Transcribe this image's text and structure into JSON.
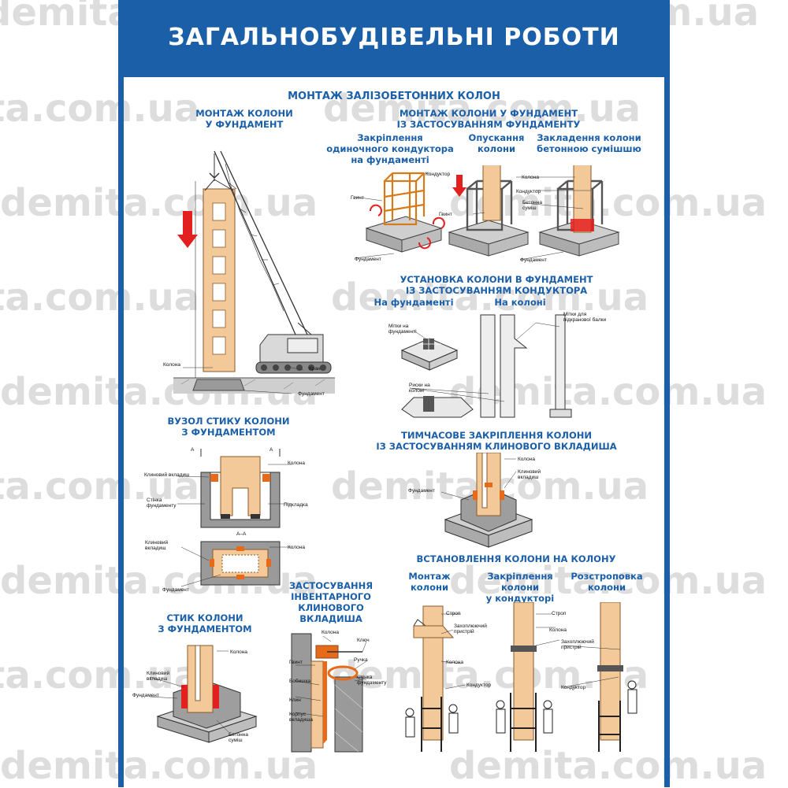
{
  "title": "ЗАГАЛЬНОБУДІВЕЛЬНІ РОБОТИ",
  "colors": {
    "brand_blue": "#1a5fa8",
    "column_tan": "#f3c99a",
    "red_arrow": "#e22020",
    "orange_conductor": "#f08a1e"
  },
  "sections": {
    "main": "МОНТАЖ ЗАЛІЗОБЕТОННИХ КОЛОН",
    "s1": "МОНТАЖ КОЛОНИ\nУ ФУНДАМЕНТ",
    "s2": "МОНТАЖ КОЛОНИ У ФУНДАМЕНТ\nІЗ ЗАСТОСУВАННЯМ ФУНДАМЕНТУ",
    "s2a": "Закріплення\nодиночного кондуктора\nна фундаменті",
    "s2b": "Опускання\nколони",
    "s2c": "Закладення колони\nбетонною сумішшю",
    "s3": "УСТАНОВКА КОЛОНИ В ФУНДАМЕНТ\nІЗ ЗАСТОСУВАННЯМ КОНДУКТОРА",
    "s3a": "На фундаменті",
    "s3b": "На колоні",
    "s4": "ВУЗОЛ СТИКУ КОЛОНИ\nЗ ФУНДАМЕНТОМ",
    "s5": "ТИМЧАСОВЕ ЗАКРІПЛЕННЯ КОЛОНИ\nІЗ ЗАСТОСУВАННЯМ КЛИНОВОГО ВКЛАДИША",
    "s6": "ВСТАНОВЛЕННЯ КОЛОНИ НА КОЛОНУ",
    "s6a": "Монтаж\nколони",
    "s6b": "Закріплення\nколони\nу кондукторі",
    "s6c": "Розстроповка\nколони",
    "s7": "ЗАСТОСУВАННЯ\nІНВЕНТАРНОГО\nКЛИНОВОГО\nВКЛАДИША",
    "s8": "СТИК КОЛОНИ\nЗ ФУНДАМЕНТОМ"
  },
  "labels": {
    "kolona": "Колона",
    "kran": "Кран",
    "fundament": "Фундамент",
    "konduktor": "Кондуктор",
    "gvynt": "Гвинт",
    "betonna": "Бетонна\nсуміш",
    "mitky_fund": "Мітки на\nфундаменті",
    "mitky_balky": "Мітки для\nпідкранової балки",
    "ryski": "Риски на\nколоні",
    "klynovyi": "Клиновий вкладиш",
    "klynovyi2": "Клиновий\nвкладиш",
    "stinka": "Стінка\nфундаменту",
    "pidkladka": "Підкладка",
    "a": "А",
    "aa": "А–А",
    "kluch": "Ключ",
    "ruchka": "Ручка",
    "bobyshka": "Бобишка",
    "klyn": "Клин",
    "korpus": "Корпус\nвкладиша",
    "strop": "Строп",
    "zakhopl": "Захоплюючий\nпристрій"
  },
  "watermark": "demita.com.ua"
}
